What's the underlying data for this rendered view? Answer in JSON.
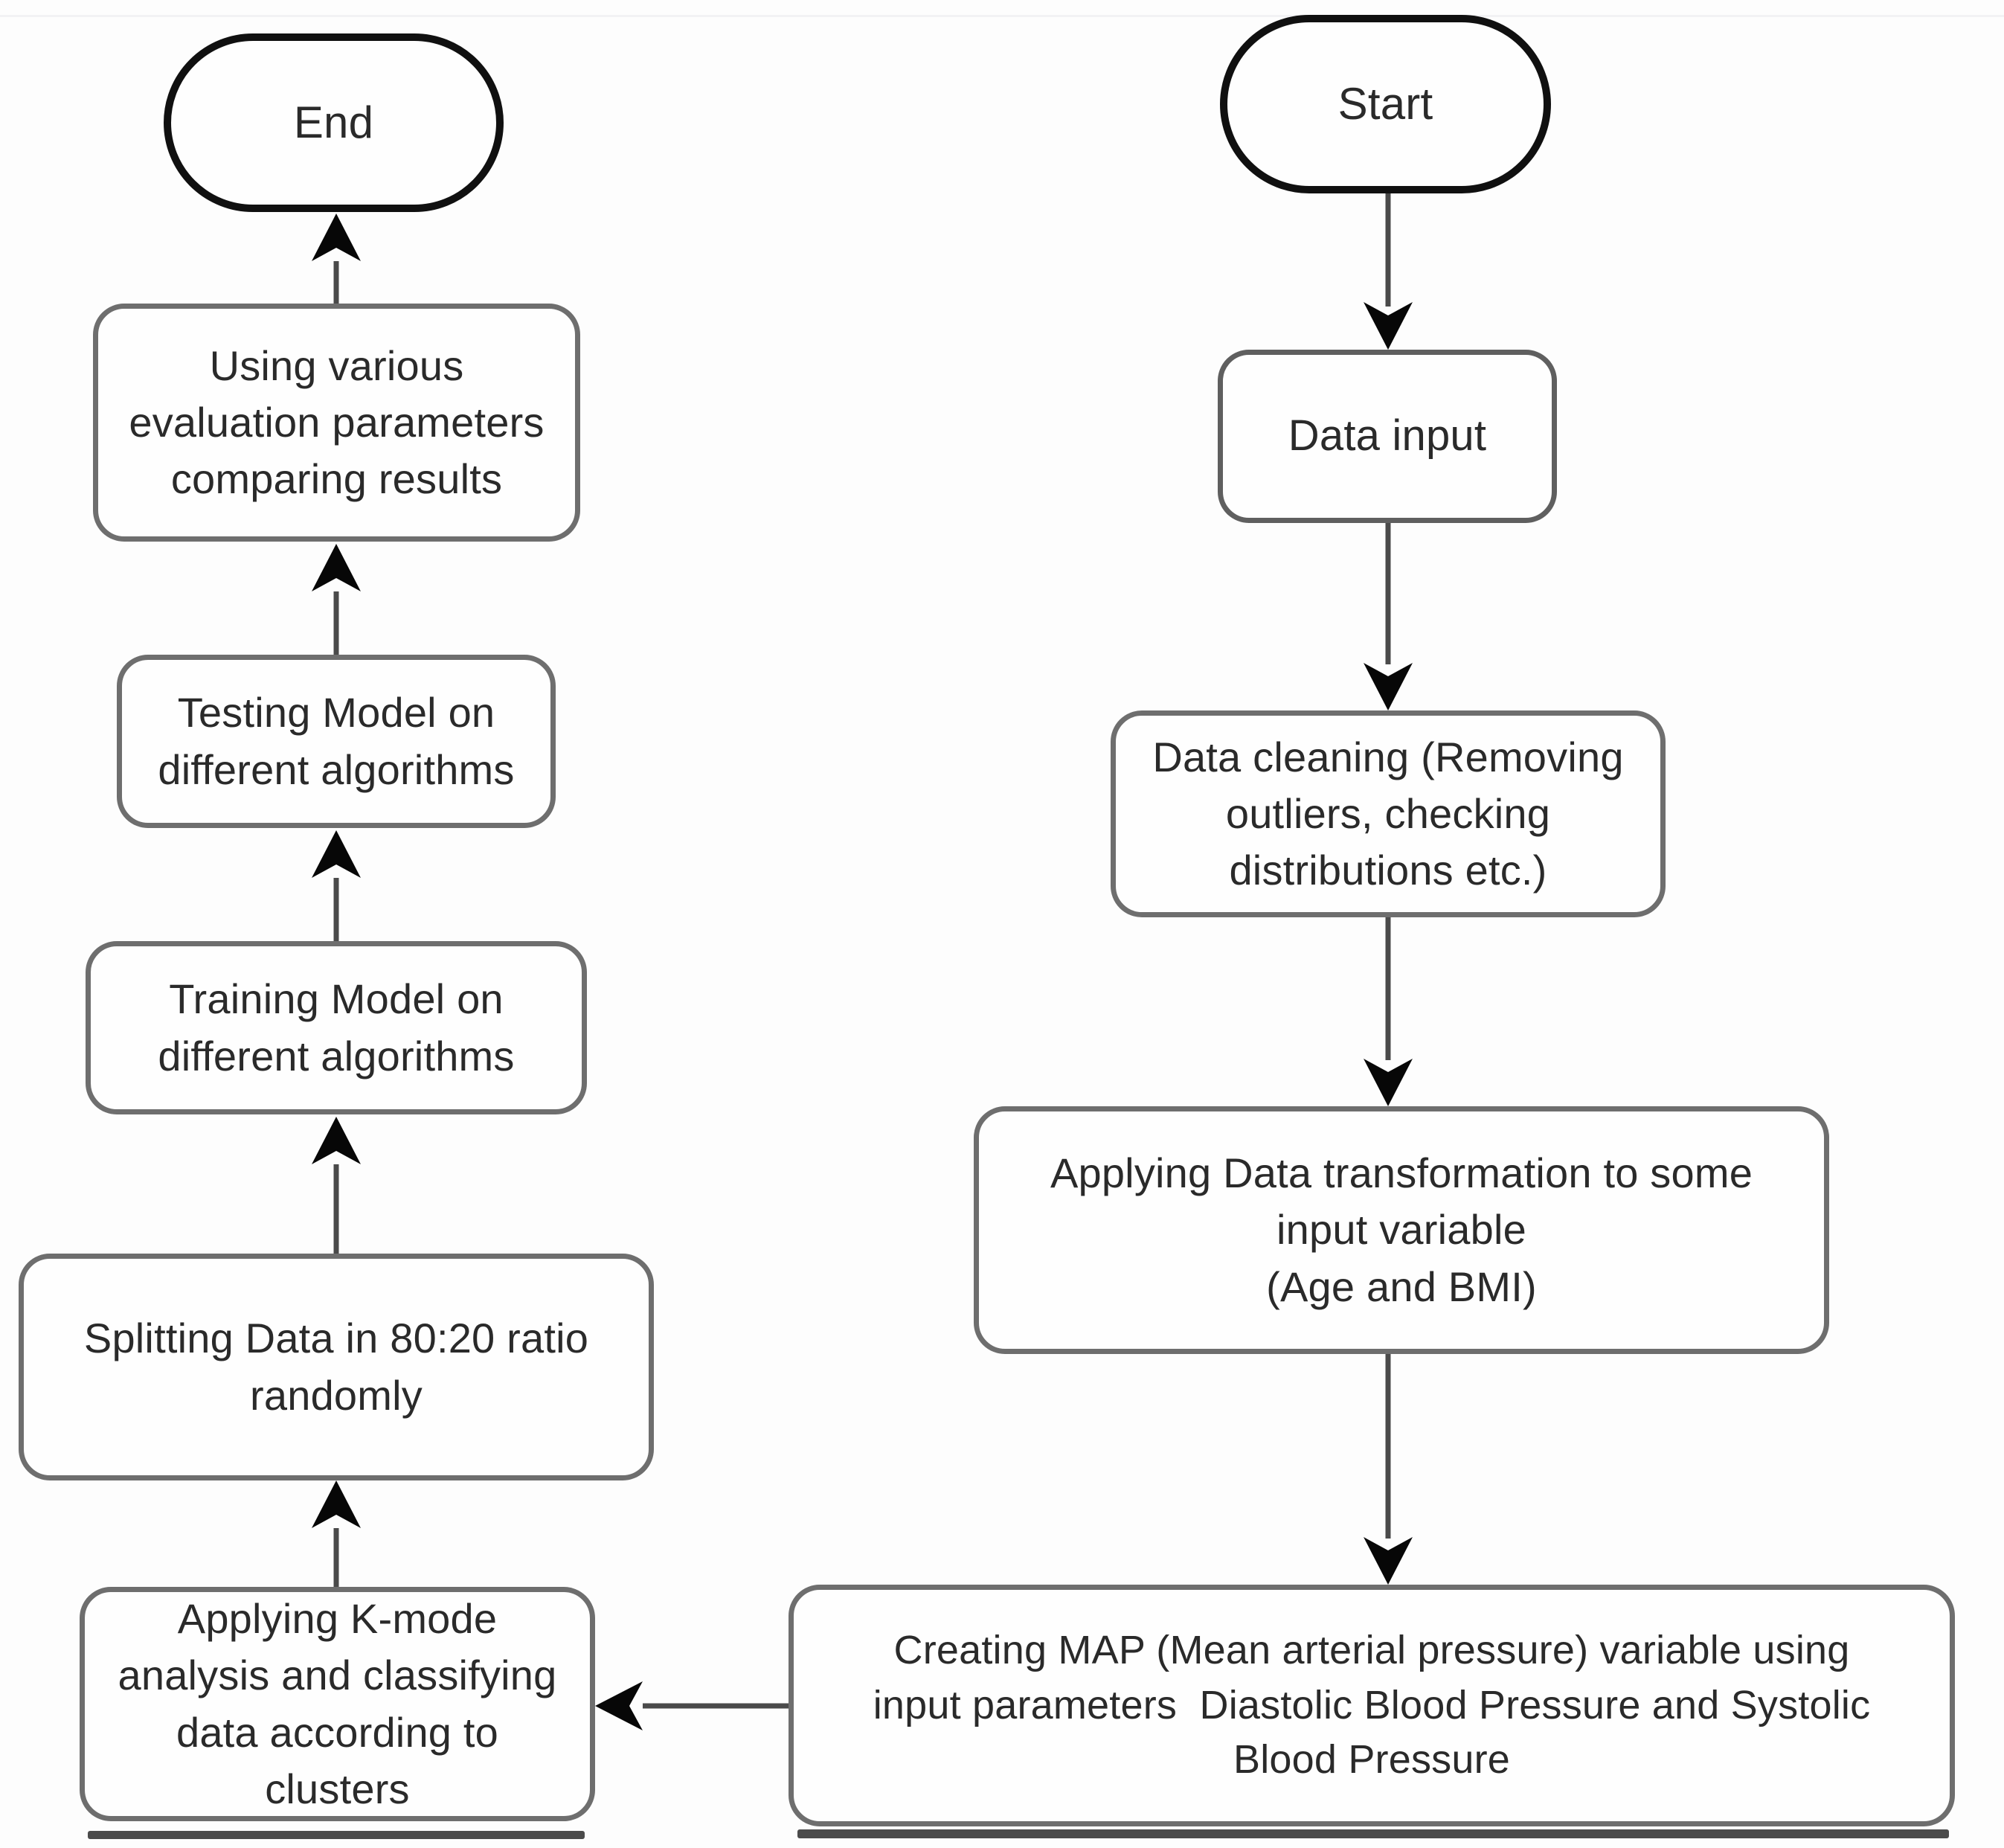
{
  "diagram": {
    "type": "flowchart",
    "description": "Machine learning data pipeline flowchart with a right-hand descending column and a left-hand ascending column",
    "colors": {
      "background": "#fdfdfd",
      "process_border": "#6e6e6e",
      "terminator_border": "#101010",
      "arrow_line": "#4a4a4a",
      "arrow_head": "#070707",
      "text": "#2a2a2a"
    },
    "nodes": [
      {
        "id": "start",
        "shape": "terminator",
        "label": "Start"
      },
      {
        "id": "data-input",
        "shape": "process",
        "label": "Data input"
      },
      {
        "id": "data-cleaning",
        "shape": "process",
        "label": "Data cleaning (Removing\noutliers, checking\ndistributions etc.)"
      },
      {
        "id": "data-transformation",
        "shape": "process",
        "label": "Applying Data transformation to some\ninput variable\n(Age and BMI)"
      },
      {
        "id": "creating-map",
        "shape": "process",
        "label": "Creating MAP (Mean arterial pressure) variable using\ninput parameters  Diastolic Blood Pressure and Systolic\nBlood Pressure"
      },
      {
        "id": "k-mode",
        "shape": "process",
        "label": "Applying K-mode\nanalysis and classifying\ndata according to\nclusters"
      },
      {
        "id": "splitting",
        "shape": "process",
        "label": "Splitting Data in 80:20 ratio\nrandomly"
      },
      {
        "id": "training",
        "shape": "process",
        "label": "Training Model on\ndifferent algorithms"
      },
      {
        "id": "testing",
        "shape": "process",
        "label": "Testing Model on\ndifferent algorithms"
      },
      {
        "id": "evaluation",
        "shape": "process",
        "label": "Using various\nevaluation parameters\ncomparing results"
      },
      {
        "id": "end",
        "shape": "terminator",
        "label": "End"
      }
    ],
    "edges": [
      {
        "from": "start",
        "to": "data-input",
        "direction": "down"
      },
      {
        "from": "data-input",
        "to": "data-cleaning",
        "direction": "down"
      },
      {
        "from": "data-cleaning",
        "to": "data-transformation",
        "direction": "down"
      },
      {
        "from": "data-transformation",
        "to": "creating-map",
        "direction": "down"
      },
      {
        "from": "creating-map",
        "to": "k-mode",
        "direction": "left"
      },
      {
        "from": "k-mode",
        "to": "splitting",
        "direction": "up"
      },
      {
        "from": "splitting",
        "to": "training",
        "direction": "up"
      },
      {
        "from": "training",
        "to": "testing",
        "direction": "up"
      },
      {
        "from": "testing",
        "to": "evaluation",
        "direction": "up"
      },
      {
        "from": "evaluation",
        "to": "end",
        "direction": "up"
      }
    ]
  }
}
